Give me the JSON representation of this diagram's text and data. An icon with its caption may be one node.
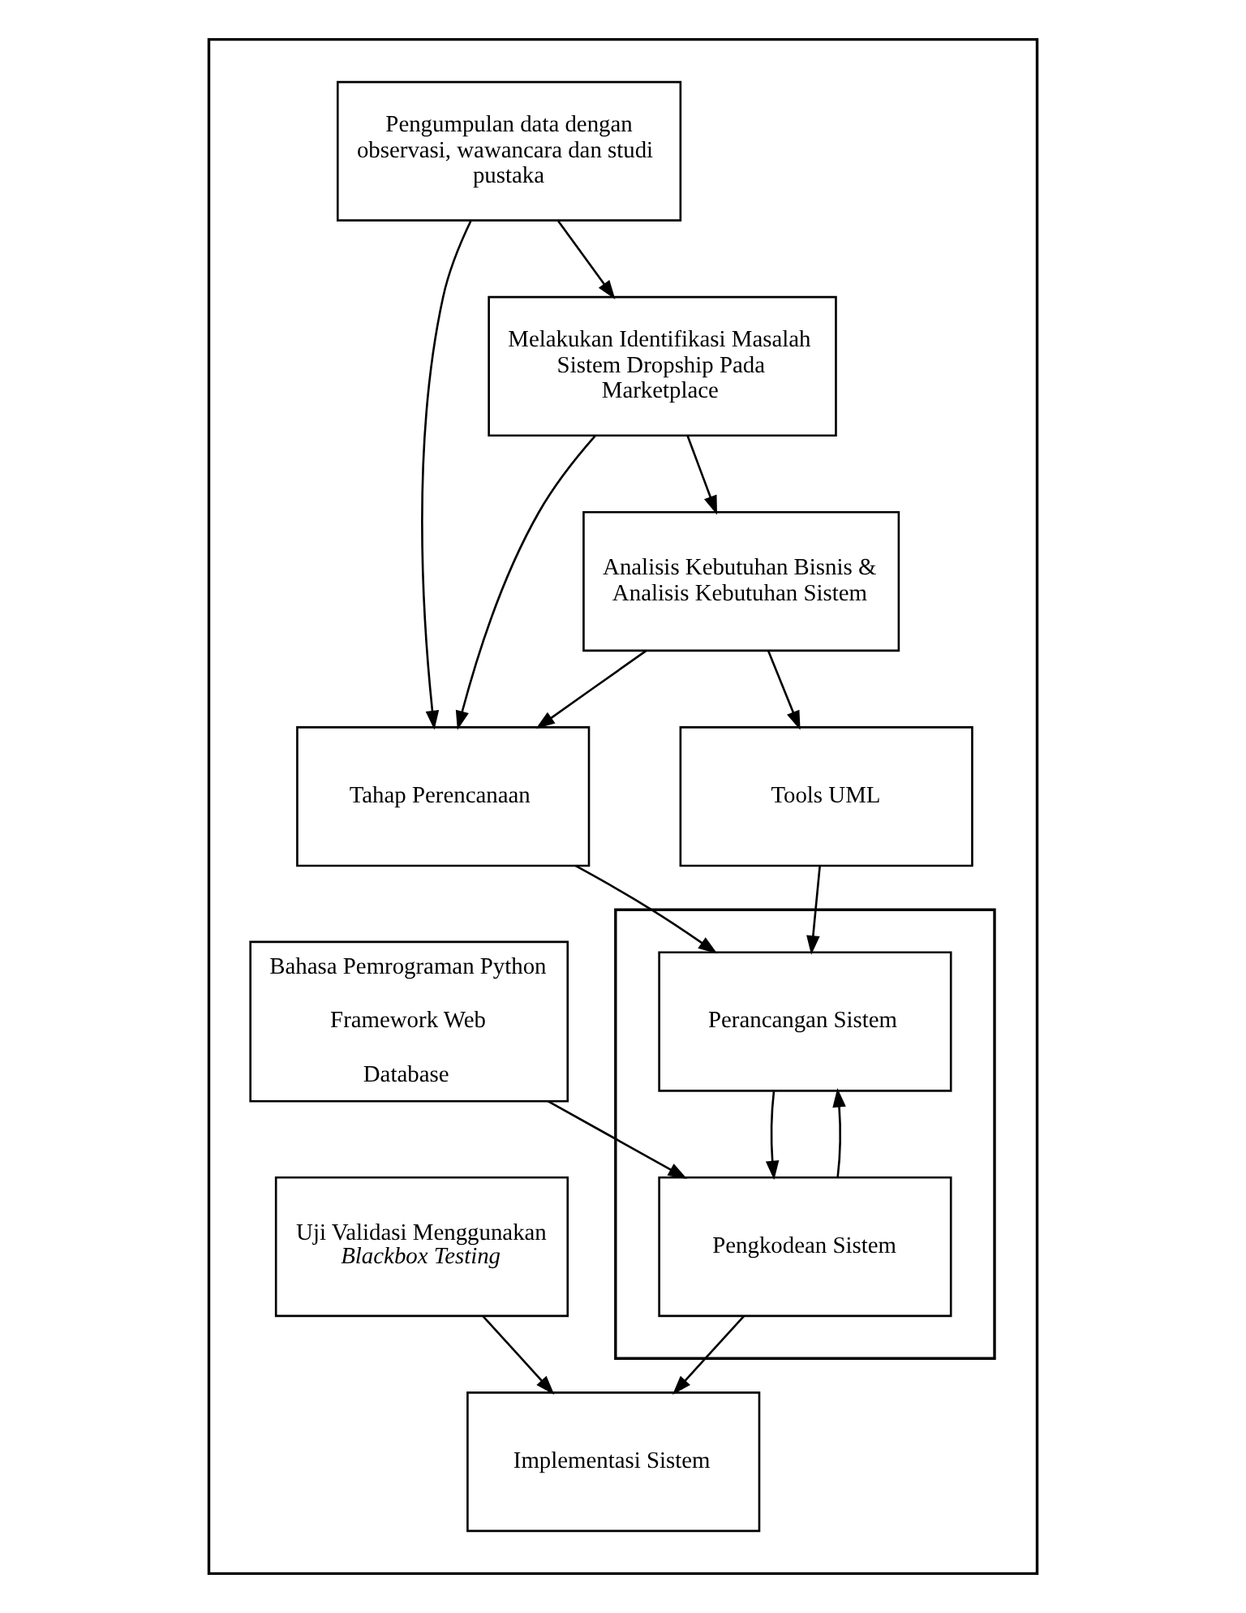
{
  "diagram": {
    "nodes": [
      {
        "text": [],
        "shape": "box"
      },
      {
        "text": [
          "Pengumpulan data dengan observasi, wawancara dan studi pustaka"
        ],
        "in": 0
      },
      {
        "text": [
          "Melakukan Identifikasi Masalah Sistem Dropship Pada Marketplace"
        ],
        "in": 0
      },
      {
        "text": [
          "Analisis Kebutuhan Bisnis & Analisis Kebutuhan Sistem"
        ],
        "in": 0
      },
      {
        "text": [
          "Tahap Perencanaan"
        ],
        "in": 0
      },
      {
        "text": [
          "Tools UML"
        ],
        "in": 0
      },
      {
        "text": [],
        "shape": "box",
        "in": 0
      },
      {
        "text": [
          "Perancangan Sistem"
        ],
        "in": 6
      },
      {
        "text": [
          "Pengkodean Sistem"
        ],
        "in": 6
      },
      {
        "text": [
          "Bahasa Pemrograman Python",
          "Framework Web",
          "Database"
        ],
        "in": 0
      },
      {
        "text": [
          "Uji Validasi Menggunakan *Blackbox Testing*"
        ],
        "in": 0
      },
      {
        "text": [
          "Implementasi Sistem"
        ],
        "in": 0
      }
    ],
    "edges": [
      {
        "from": 1,
        "to": 2,
        "arrow": "to"
      },
      {
        "from": 2,
        "to": 3,
        "arrow": "to"
      },
      {
        "from": 3,
        "to": 5,
        "arrow": "to"
      },
      {
        "from": 1,
        "to": 4,
        "arrow": "to"
      },
      {
        "from": 2,
        "to": 4,
        "arrow": "to"
      },
      {
        "from": 3,
        "to": 4,
        "arrow": "to"
      },
      {
        "from": 4,
        "to": 7,
        "arrow": "to"
      },
      {
        "from": 5,
        "to": 7,
        "arrow": "to"
      },
      {
        "from": 7,
        "to": 8,
        "arrow": "to"
      },
      {
        "from": 8,
        "to": 7,
        "arrow": "to"
      },
      {
        "from": 9,
        "to": 8,
        "arrow": "to"
      },
      {
        "from": 8,
        "to": 11,
        "arrow": "to"
      },
      {
        "from": 10,
        "to": 11,
        "arrow": "to"
      }
    ]
  }
}
